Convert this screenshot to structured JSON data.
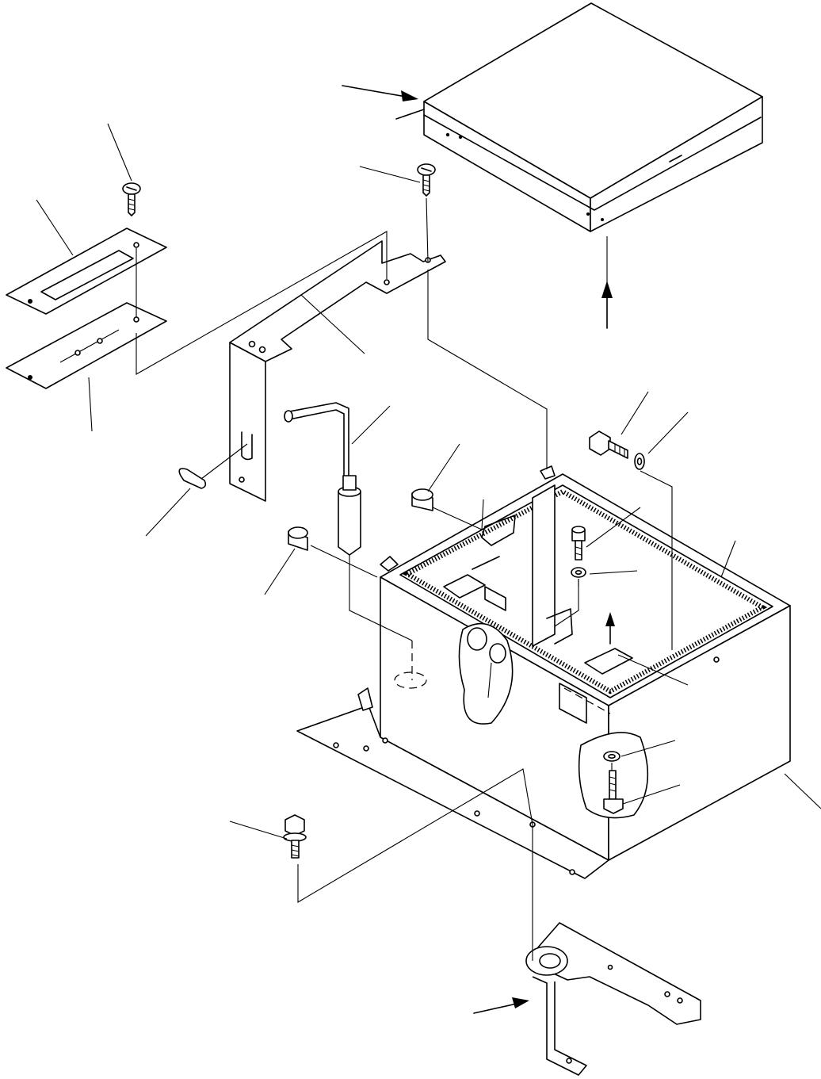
{
  "diagram": {
    "kind": "exploded-parts-view",
    "colors": {
      "line": "#000000",
      "background": "#ffffff"
    },
    "parts": [
      "top-cover",
      "cover-screw",
      "cover-plate",
      "mount-plate",
      "plate-screw",
      "bracket",
      "clip",
      "rod",
      "damper",
      "bushing-left",
      "bushing-right",
      "battery-box",
      "gasket",
      "inner-bolt",
      "inner-washer",
      "side-bolt",
      "side-washer",
      "flange-bolt",
      "rear-washer",
      "rear-bolt",
      "lower-bracket"
    ]
  }
}
